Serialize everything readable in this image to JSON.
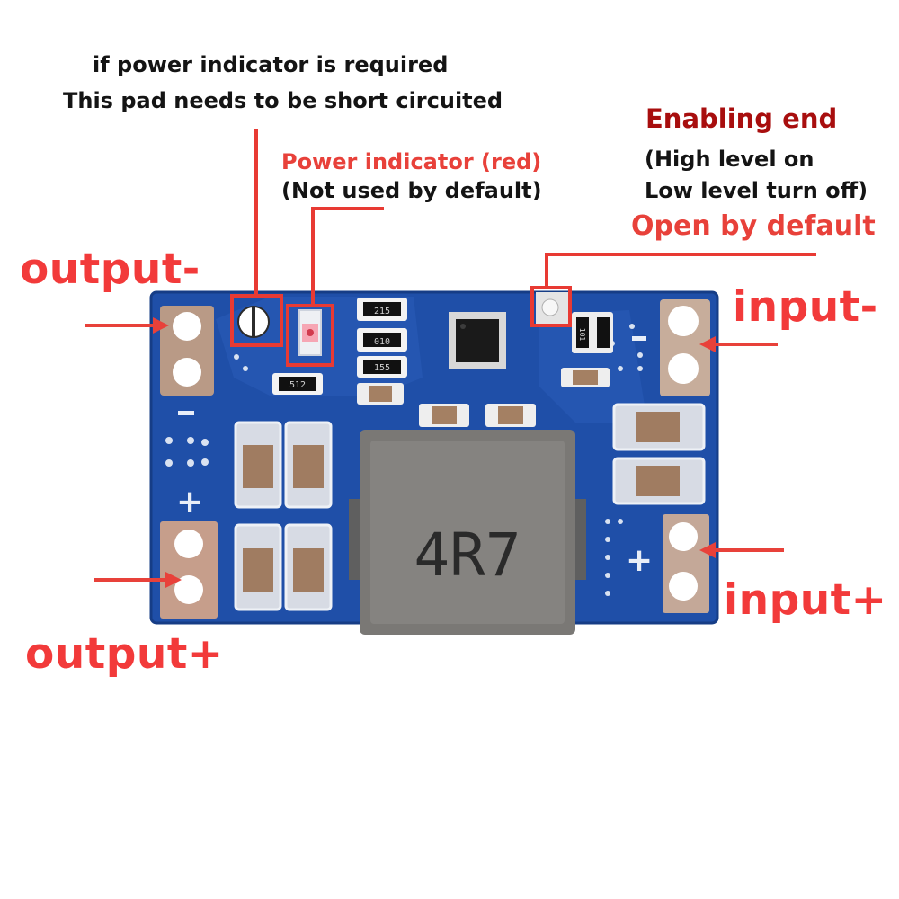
{
  "annotations": {
    "pad_note_line1": "if power indicator is required",
    "pad_note_line2": "This pad needs to be short circuited",
    "power_indicator_title": "Power indicator (red)",
    "power_indicator_note": "(Not used by default)",
    "enable_title": "Enabling end",
    "enable_line1": "(High level on",
    "enable_line2": "Low level turn off)",
    "enable_default": "Open by default"
  },
  "terminals": {
    "output_minus": "output-",
    "output_plus": "output+",
    "input_minus": "input-",
    "input_plus": "input+"
  },
  "board": {
    "inductor_marking": "4R7",
    "resistor_codes": [
      "215",
      "010",
      "155",
      "512",
      "101"
    ],
    "silkscreen_plus": "+",
    "silkscreen_minus": "-"
  },
  "colors": {
    "pcb": "#1f4fa8",
    "annotation_red": "#f23a3a",
    "enable_title": "#a80e0e",
    "inductor": "#7a7875"
  }
}
